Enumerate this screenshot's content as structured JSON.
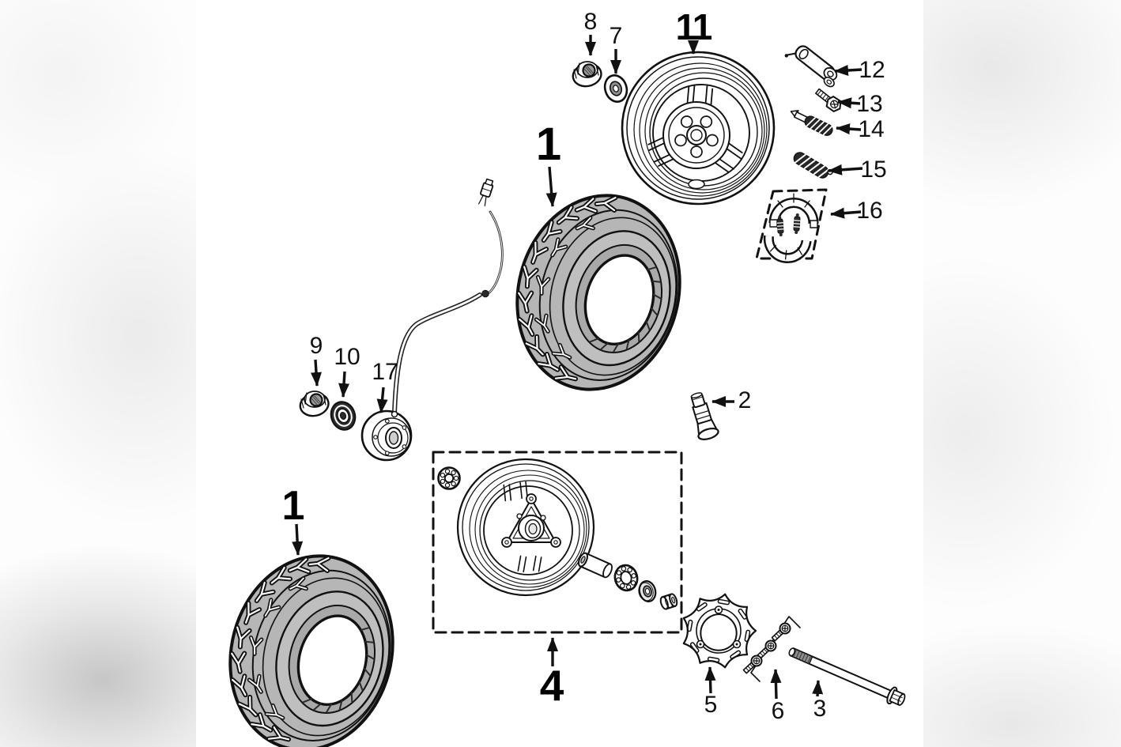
{
  "colors": {
    "line": "#111111",
    "tire_fill": "#b6b6b6",
    "background": "#ffffff"
  },
  "callouts": {
    "rear_tire": "1",
    "front_tire": "1",
    "valve_stem": "2",
    "front_axle": "3",
    "front_wheel_assembly": "4",
    "brake_disc": "5",
    "disc_bolts": "6",
    "rear_washer": "7",
    "rear_axle_nut": "8",
    "front_axle_nut": "9",
    "front_washer": "10",
    "rear_wheel_rim": "11",
    "brake_arm": "12",
    "brake_arm_bolt": "13",
    "brake_adjuster": "14",
    "brake_spring": "15",
    "brake_shoes": "16",
    "speedometer_drive": "17"
  }
}
